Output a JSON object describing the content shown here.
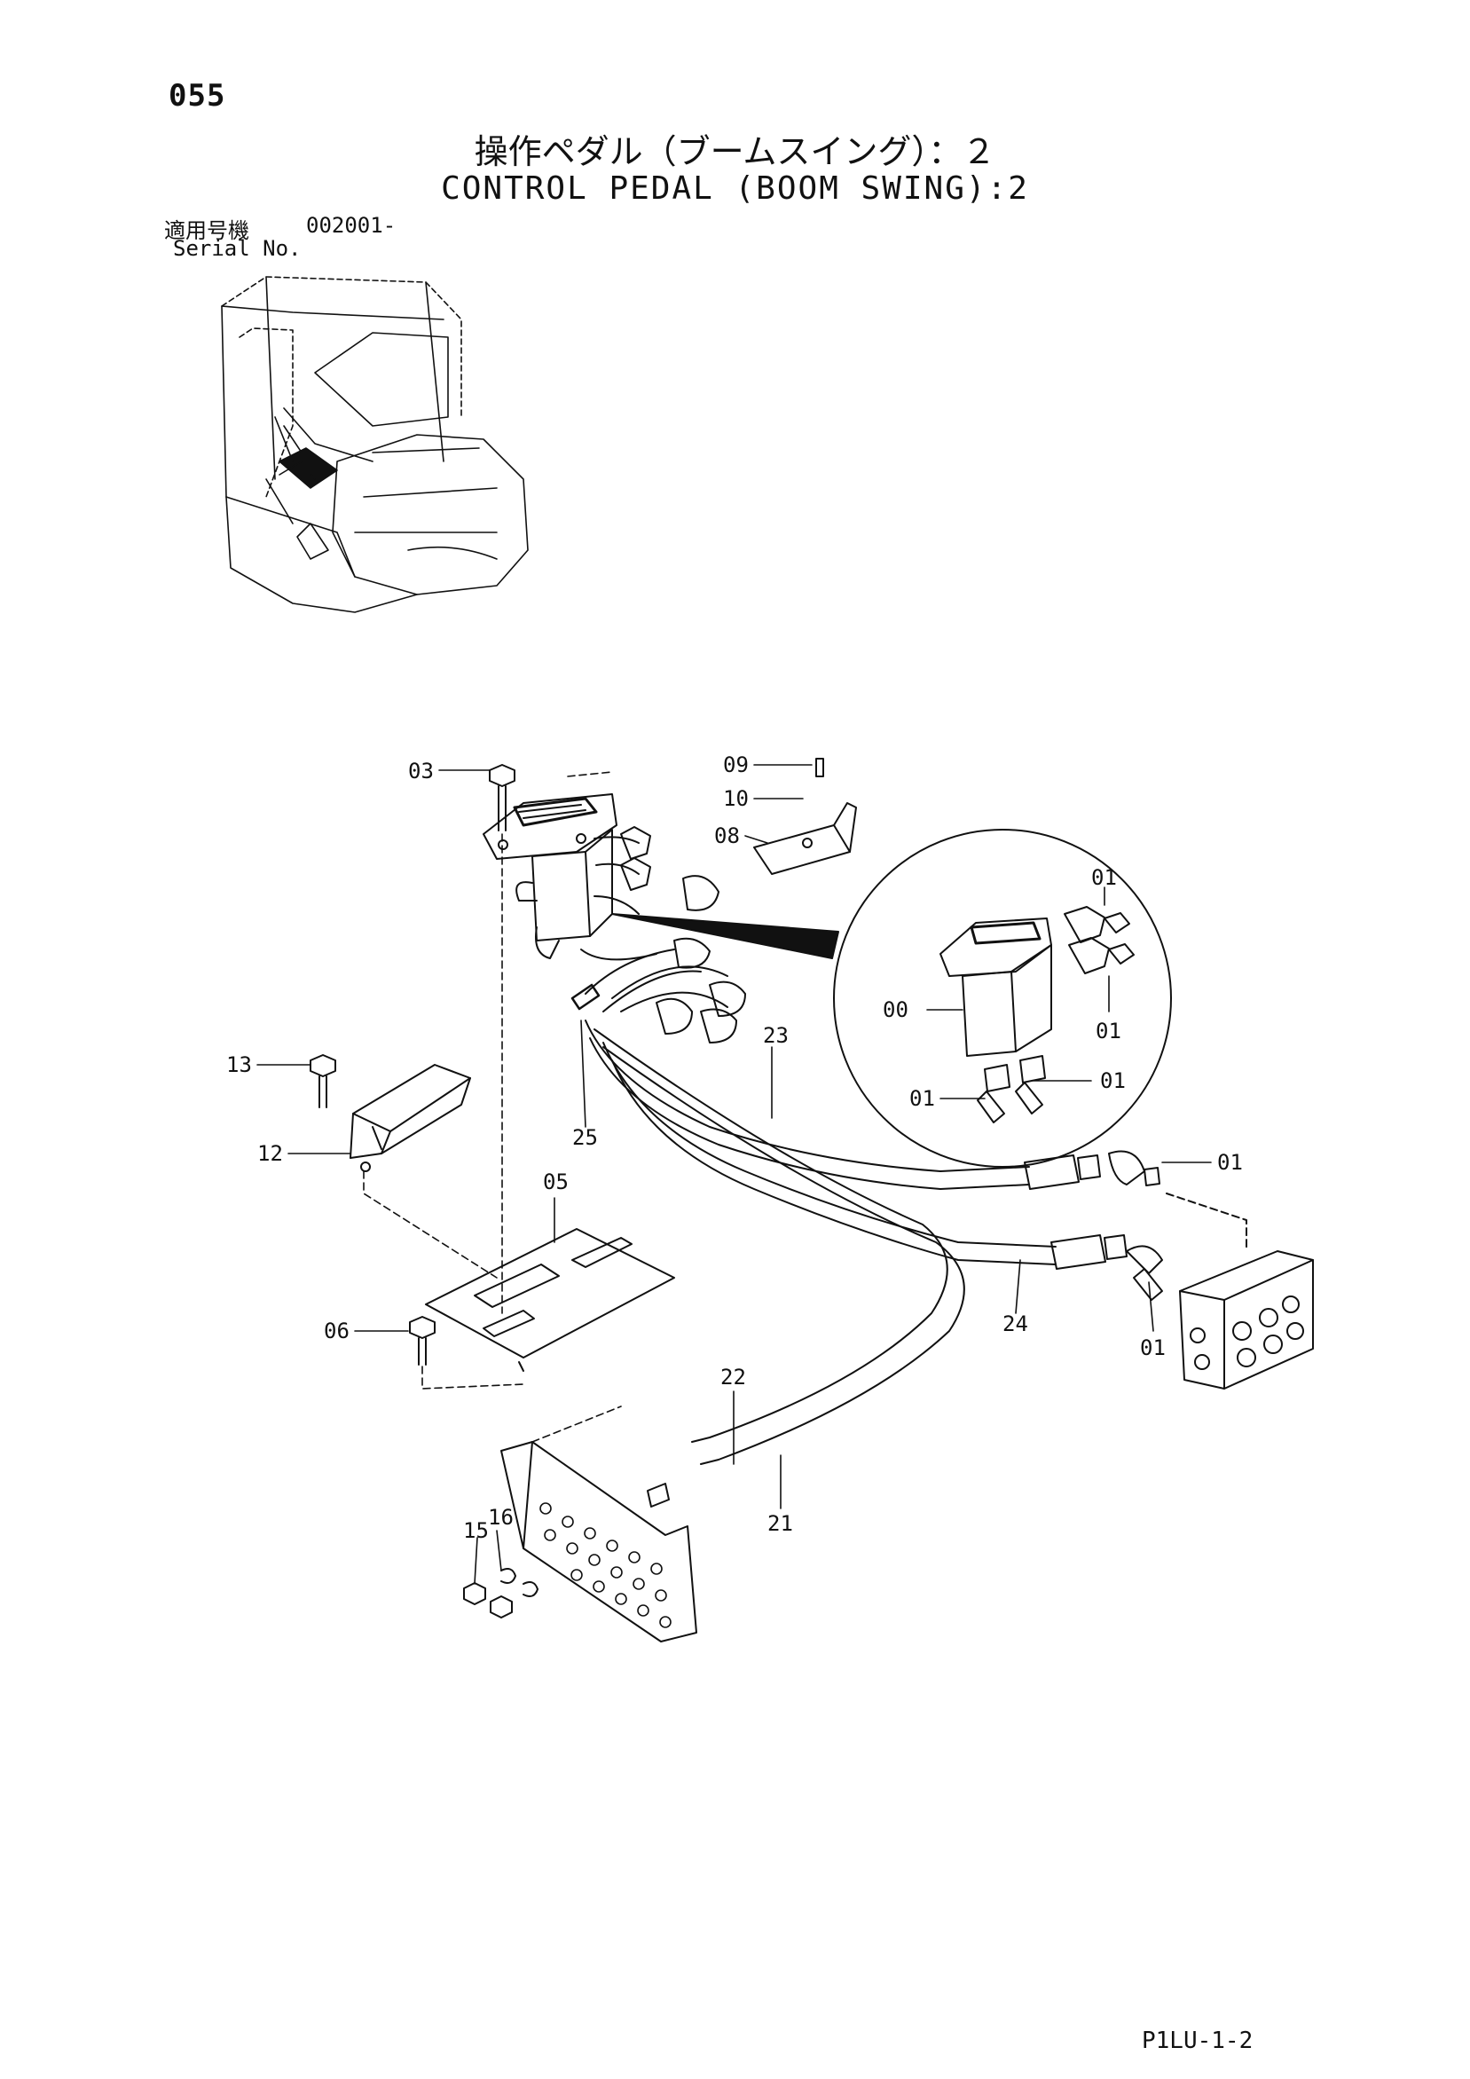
{
  "page": {
    "number": "055",
    "code": "P1LU-1-2"
  },
  "title": {
    "jp": "操作ペダル（ブームスイング）：２",
    "en": "CONTROL PEDAL (BOOM SWING):2"
  },
  "serial": {
    "label_jp": "適用号機",
    "value": "002001-",
    "label_en": "Serial No."
  },
  "callouts": {
    "c03": "03",
    "c09": "09",
    "c10": "10",
    "c08": "08",
    "c13": "13",
    "c12": "12",
    "c25": "25",
    "c23": "23",
    "c05": "05",
    "c06": "06",
    "c24": "24",
    "c22": "22",
    "c21": "21",
    "c16": "16",
    "c15": "15",
    "d00": "00",
    "d01a": "01",
    "d01b": "01",
    "d01c": "01",
    "d01d": "01",
    "c01e": "01",
    "c01f": "01"
  }
}
